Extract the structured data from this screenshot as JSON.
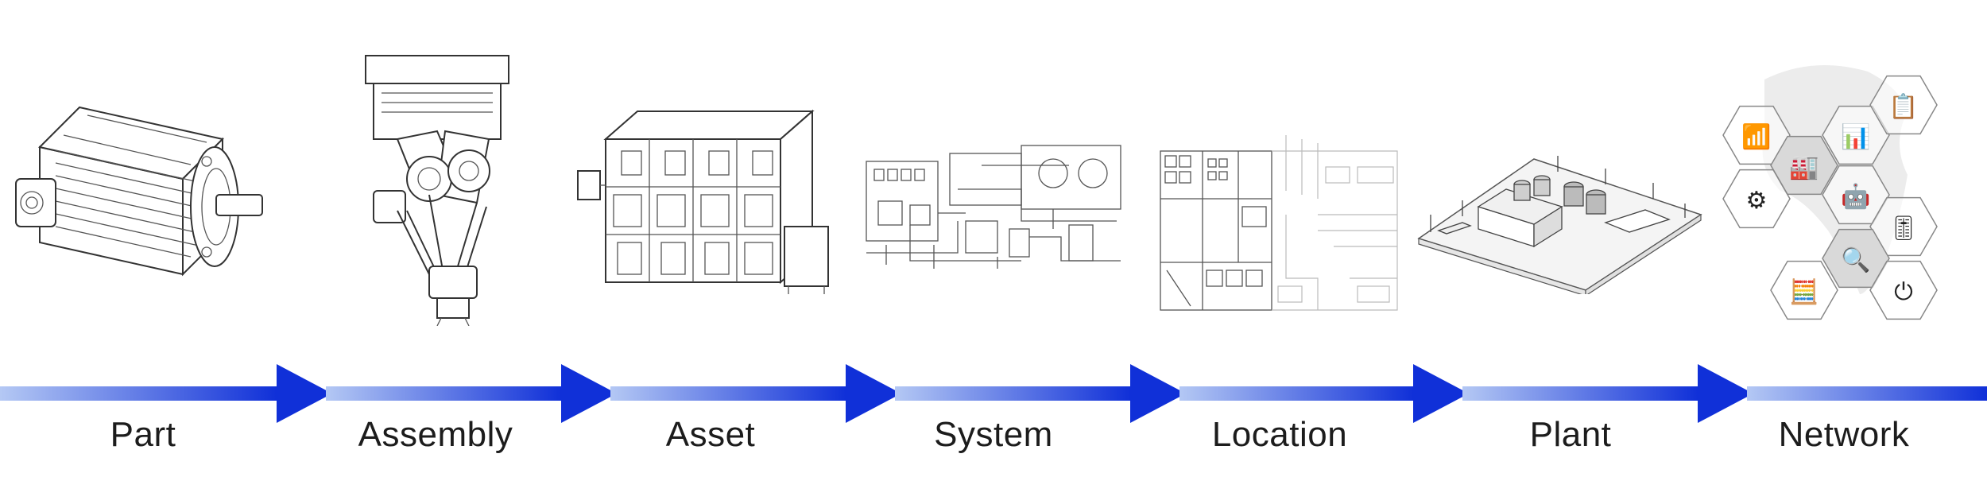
{
  "stages": [
    {
      "label": "Part",
      "image": "servo-motor-drawing"
    },
    {
      "label": "Assembly",
      "image": "robot-arm-assembly-drawing"
    },
    {
      "label": "Asset",
      "image": "machine-cell-drawing"
    },
    {
      "label": "System",
      "image": "hydraulic-schematic-drawing"
    },
    {
      "label": "Location",
      "image": "floor-plan-drawing"
    },
    {
      "label": "Plant",
      "image": "isometric-plant-drawing"
    },
    {
      "label": "Network",
      "image": "hexagon-icon-network"
    }
  ],
  "network_icons": [
    "wifi-icon",
    "factory-gear-icon",
    "bar-chart-icon",
    "checklist-icon",
    "server-settings-icon",
    "robot-arm-icon",
    "sliders-icon",
    "magnify-chart-icon",
    "calculator-gear-icon",
    "power-icon"
  ],
  "colors": {
    "arrow_light": "#b4c8f4",
    "arrow_dark": "#1030d8",
    "label": "#1c1c1c",
    "drawing": "#333333"
  }
}
